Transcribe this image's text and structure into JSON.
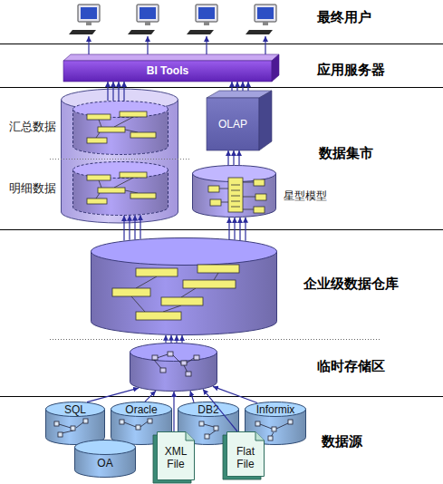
{
  "diagram": {
    "nodes": [
      {
        "text": [
          "BI Tools"
        ]
      },
      {
        "text": [
          "汇总数据"
        ]
      },
      {
        "text": [
          "OLAP"
        ]
      },
      {
        "text": [
          "明细数据"
        ]
      },
      {
        "text": [
          "星型模型"
        ]
      },
      {
        "text": []
      },
      {
        "text": []
      },
      {
        "text": [
          "SQL"
        ]
      },
      {
        "text": [
          "Oracle"
        ]
      },
      {
        "text": [
          "DB2"
        ]
      },
      {
        "text": [
          "Informix"
        ]
      },
      {
        "text": [
          "OA"
        ]
      },
      {
        "text": [
          "XML File"
        ]
      },
      {
        "text": [
          "Flat File"
        ]
      }
    ],
    "edges": [
      {
        "from": 7,
        "to": 6,
        "arrow": "to"
      },
      {
        "from": 8,
        "to": 6,
        "arrow": "to"
      },
      {
        "from": 12,
        "to": 6,
        "arrow": "to"
      },
      {
        "from": 9,
        "to": 6,
        "arrow": "to"
      },
      {
        "from": 13,
        "to": 6,
        "arrow": "to"
      },
      {
        "from": 10,
        "to": 6,
        "arrow": "to"
      },
      {
        "from": 6,
        "to": 5,
        "arrow": "to"
      },
      {
        "from": 5,
        "to": 3,
        "arrow": "to"
      },
      {
        "from": 5,
        "to": 4,
        "arrow": "to"
      },
      {
        "from": 4,
        "to": 2,
        "arrow": "to"
      },
      {
        "from": 2,
        "to": 0,
        "arrow": "to"
      },
      {
        "from": 1,
        "to": 0,
        "arrow": "to"
      }
    ],
    "labels": [
      "最终用户",
      "应用服务器",
      "数据集市",
      "企业级数据仓库",
      "临时存储区",
      "数据源"
    ]
  }
}
